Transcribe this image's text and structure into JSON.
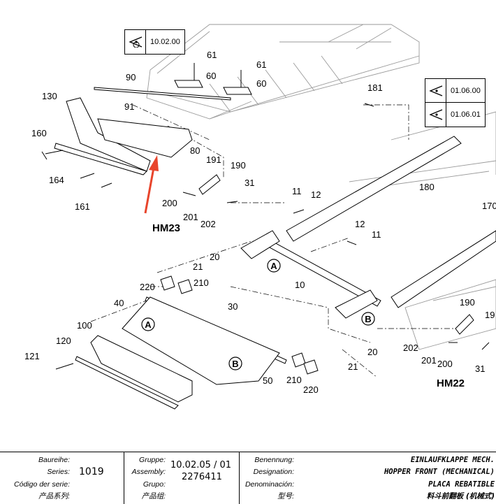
{
  "refs": [
    {
      "id": "ref-top",
      "label": "10.02.00"
    },
    {
      "id": "ref-right-1",
      "label": "01.06.00"
    },
    {
      "id": "ref-right-2",
      "label": "01.06.01"
    }
  ],
  "part_labels": {
    "p61a": "61",
    "p61b": "61",
    "p60a": "60",
    "p60b": "60",
    "p90": "90",
    "p91": "91",
    "p130": "130",
    "p160": "160",
    "p164": "164",
    "p161": "161",
    "p80": "80",
    "p191": "191",
    "p190a": "190",
    "p31a": "31",
    "p200a": "200",
    "p201a": "201",
    "p202a": "202",
    "p11a": "11",
    "p12a": "12",
    "p181": "181",
    "p180": "180",
    "p170": "170",
    "p12b": "12",
    "p11b": "11",
    "p20a": "20",
    "p21a": "21",
    "p10": "10",
    "p220a": "220",
    "p210a": "210",
    "p40": "40",
    "p30": "30",
    "p100": "100",
    "p120": "120",
    "p121": "121",
    "p50": "50",
    "p210b": "210",
    "p220b": "220",
    "p190b": "190",
    "p19": "19",
    "p202b": "202",
    "p201b": "201",
    "p200b": "200",
    "p31b": "31",
    "p20b": "20",
    "p21b": "21"
  },
  "markers": {
    "A1": "A",
    "A2": "A",
    "B1": "B",
    "B2": "B"
  },
  "hm_labels": {
    "hm23": "HM23",
    "hm22": "HM22"
  },
  "title_block": {
    "series_labels": [
      "Baureihe:",
      "Series:",
      "Código der serie:",
      "产品系列:"
    ],
    "series_value": "1019",
    "group_labels": [
      "Gruppe:",
      "Assembly:",
      "Grupo:",
      "产品组:"
    ],
    "assembly_value": "10.02.05 / 01",
    "group_value": "2276411",
    "name_labels": [
      "Benennung:",
      "Designation:",
      "Denominación:",
      "型号:"
    ],
    "name_values": [
      "EINLAUFKLAPPE MECH.",
      "HOPPER FRONT (MECHANICAL)",
      "PLACA REBATIBLE",
      "料斗前翻板 (机械式)"
    ]
  },
  "colors": {
    "arrow": "#e8452c",
    "line": "#000000",
    "light_line": "#9a9a9a"
  }
}
